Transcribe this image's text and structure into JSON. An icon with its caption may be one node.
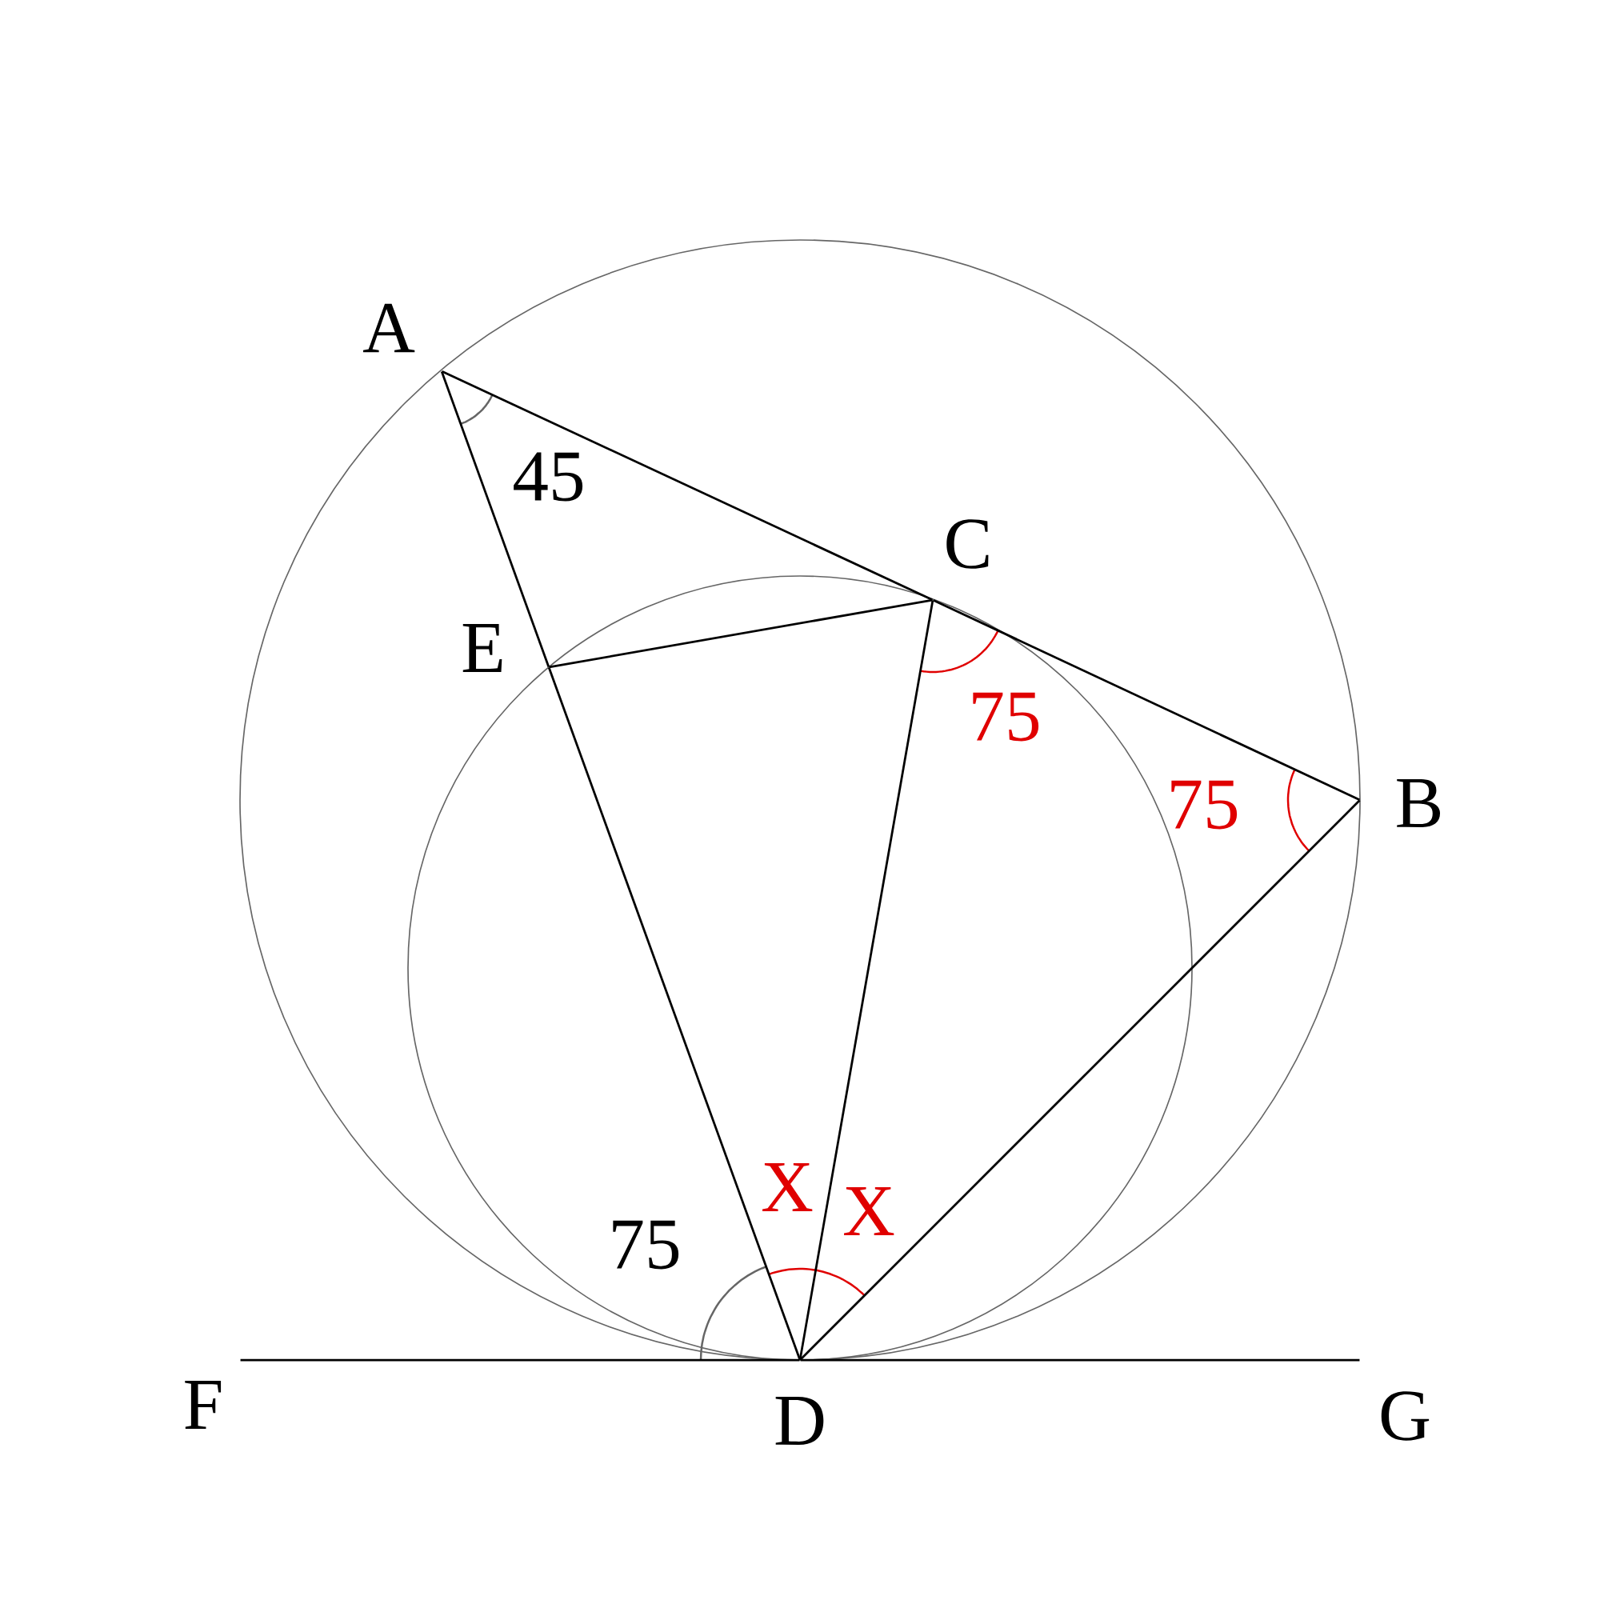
{
  "diagram": {
    "nodes": [
      {
        "text": [
          "A"
        ]
      },
      {
        "text": [
          "B"
        ]
      },
      {
        "text": [
          "C"
        ]
      },
      {
        "text": [
          "D"
        ]
      },
      {
        "text": [
          "E"
        ]
      },
      {
        "text": [
          "F"
        ]
      },
      {
        "text": [
          "G"
        ]
      }
    ],
    "edges": [
      {
        "from": 0,
        "to": 2,
        "arrow": "none"
      },
      {
        "from": 2,
        "to": 1,
        "arrow": "none"
      },
      {
        "from": 0,
        "to": 4,
        "arrow": "none"
      },
      {
        "from": 4,
        "to": 3,
        "arrow": "none"
      },
      {
        "from": 4,
        "to": 2,
        "arrow": "none"
      },
      {
        "from": 2,
        "to": 3,
        "arrow": "none"
      },
      {
        "from": 1,
        "to": 3,
        "arrow": "none"
      },
      {
        "from": 5,
        "to": 3,
        "arrow": "none"
      },
      {
        "from": 3,
        "to": 6,
        "arrow": "none"
      }
    ],
    "labels": [
      "45",
      "75",
      "75",
      "X",
      "X",
      "75"
    ]
  }
}
